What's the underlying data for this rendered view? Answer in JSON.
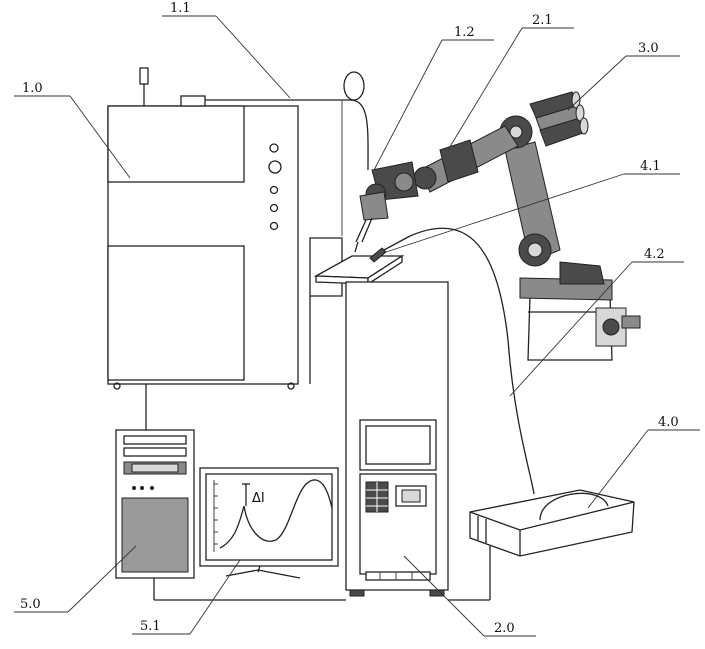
{
  "labels": {
    "l_1_0": "1.0",
    "l_1_1": "1.1",
    "l_1_2": "1.2",
    "l_2_1": "2.1",
    "l_3_0": "3.0",
    "l_4_1": "4.1",
    "l_4_2": "4.2",
    "l_4_0": "4.0",
    "l_5_0": "5.0",
    "l_5_1": "5.1",
    "l_2_0": "2.0"
  },
  "monitor": {
    "delta_label": "ΔI"
  },
  "colors": {
    "line": "#222222",
    "background": "#ffffff",
    "screen_fill": "#9a9a9a"
  }
}
